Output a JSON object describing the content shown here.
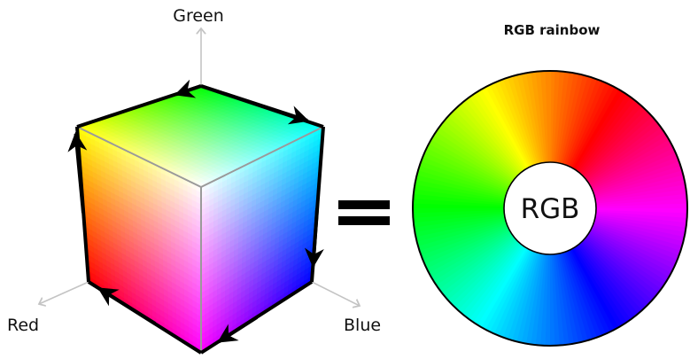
{
  "cube": {
    "axes": {
      "green_label": "Green",
      "red_label": "Red",
      "blue_label": "Blue"
    },
    "corners": {
      "top_back": "#00ff00",
      "top_left": "#ffff00",
      "top_right": "#00ffff",
      "center": "#ffffff",
      "bottom_left": "#ff0000",
      "bottom_right": "#0000ff",
      "bottom_front": "#ff00ff",
      "origin": "#000000"
    },
    "outline_color": "#000000",
    "inner_edge_color": "#9a9a9a",
    "axis_color": "#c4c4c4"
  },
  "equals_sign": {
    "color": "#000000"
  },
  "wheel": {
    "title": "RGB rainbow",
    "hub_label": "RGB",
    "hue_start_deg": 30,
    "direction": "clockwise"
  }
}
